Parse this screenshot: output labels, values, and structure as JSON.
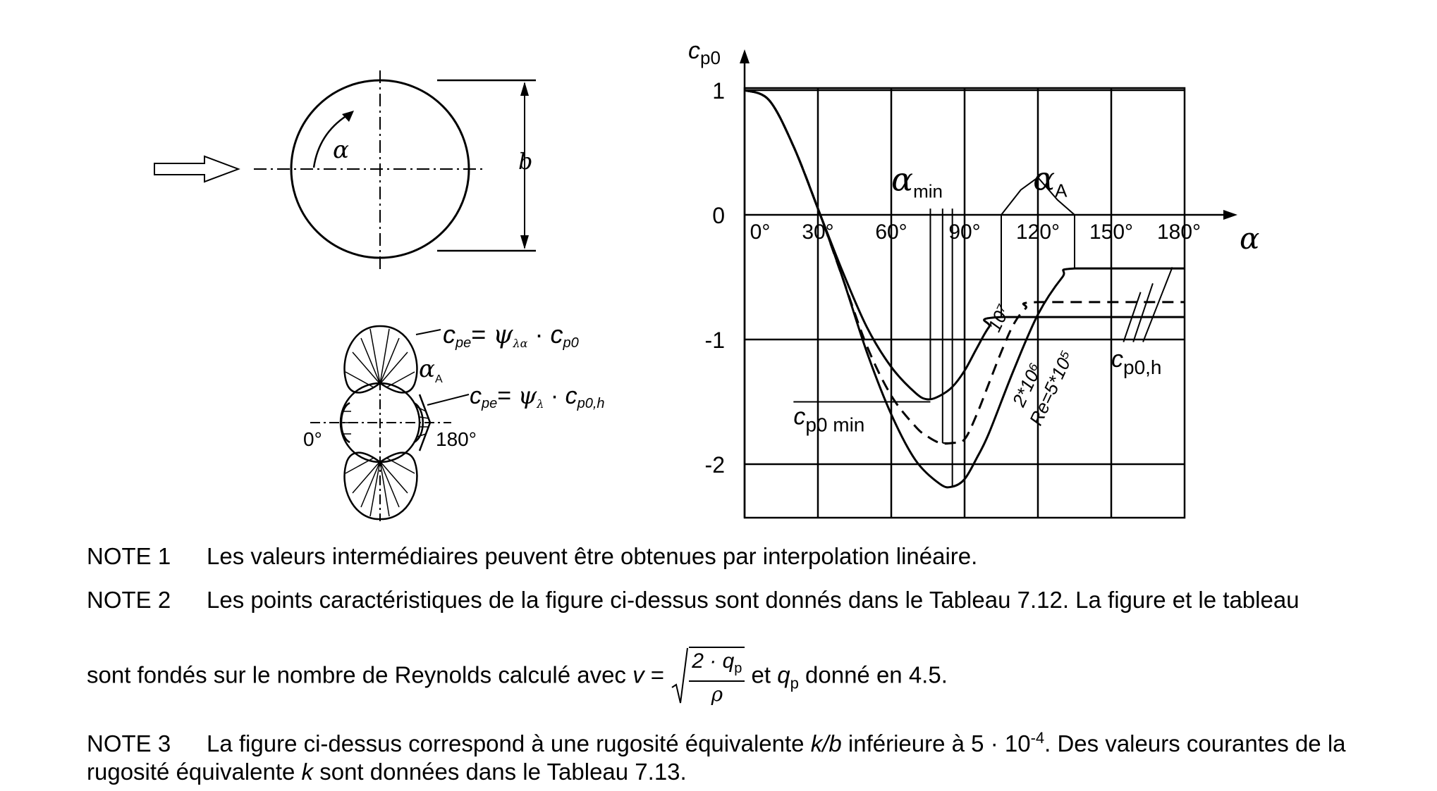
{
  "chart_data": {
    "type": "line",
    "y_axis_title": "c",
    "y_axis_title_sub": "p0",
    "x_axis_title": "α",
    "y_ticks": [
      "1",
      "0",
      "-1",
      "-2"
    ],
    "x_ticks": [
      "0°",
      "30°",
      "60°",
      "90°",
      "120°",
      "150°",
      "180°"
    ],
    "xlim": [
      0,
      180
    ],
    "ylim": [
      -2.4,
      1
    ],
    "grid": true,
    "series": [
      {
        "name": "10⁷",
        "x": [
          0,
          10,
          20,
          30,
          40,
          50,
          60,
          70,
          75,
          80,
          85,
          90,
          95,
          100,
          105,
          180
        ],
        "y": [
          1,
          0.92,
          0.55,
          0.05,
          -0.45,
          -0.9,
          -1.22,
          -1.43,
          -1.48,
          -1.45,
          -1.38,
          -1.25,
          -1.07,
          -0.9,
          -0.82,
          -0.82
        ]
      },
      {
        "name": "2*10⁶",
        "x": [
          0,
          10,
          20,
          30,
          40,
          50,
          60,
          70,
          75,
          80,
          85,
          90,
          95,
          100,
          105,
          110,
          115,
          120,
          180
        ],
        "y": [
          1,
          0.92,
          0.55,
          0.05,
          -0.5,
          -1.05,
          -1.45,
          -1.7,
          -1.78,
          -1.83,
          -1.83,
          -1.8,
          -1.6,
          -1.35,
          -1.1,
          -0.88,
          -0.75,
          -0.7,
          -0.7
        ]
      },
      {
        "name": "Re=5*10⁵",
        "x": [
          0,
          10,
          20,
          30,
          40,
          50,
          60,
          70,
          80,
          85,
          90,
          95,
          100,
          110,
          120,
          130,
          135,
          180
        ],
        "y": [
          1,
          0.92,
          0.55,
          0.05,
          -0.5,
          -1.1,
          -1.6,
          -1.97,
          -2.16,
          -2.18,
          -2.12,
          -1.95,
          -1.75,
          -1.25,
          -0.8,
          -0.5,
          -0.43,
          -0.43
        ]
      }
    ],
    "annotations": {
      "alpha_min": "α",
      "alpha_min_sub": "min",
      "alpha_a": "α",
      "alpha_a_sub": "A",
      "cp0_min": "c",
      "cp0_min_sub": "p0 min",
      "cp0_h": "c",
      "cp0_h_sub": "p0,h"
    }
  },
  "left_figure": {
    "alpha_label": "α",
    "b_label": "b",
    "formula1": {
      "c": "c",
      "c_sub": "pe",
      "eq": "= ",
      "psi": "ψ",
      "psi_sub": "λα",
      "dot": " · ",
      "c2": "c",
      "c2_sub": "p0"
    },
    "formula2": {
      "c": "c",
      "c_sub": "pe",
      "eq": "= ",
      "psi": "ψ",
      "psi_sub": "λ",
      "dot": " · ",
      "c2": "c",
      "c2_sub": "p0,h"
    },
    "alpha_a": "α",
    "alpha_a_sub": "A",
    "zero_deg": "0°",
    "deg_180": "180°"
  },
  "notes": {
    "note1_label": "NOTE 1",
    "note1_text": "Les valeurs intermédiaires peuvent être obtenues par interpolation linéaire.",
    "note2_label": "NOTE 2",
    "note2_text_a": "Les points caractéristiques de la figure ci-dessus sont donnés dans le Tableau 7.12. La figure et le tableau",
    "note2_text_b1": "sont fondés sur le nombre de Reynolds calculé avec ",
    "note2_v": "v",
    "note2_eq": " = ",
    "note2_num": "2 · q",
    "note2_num_sub": "p",
    "note2_den": "ρ",
    "note2_text_b2": " et ",
    "note2_q": "q",
    "note2_q_sub": "p",
    "note2_text_b3": " donné en 4.5.",
    "note3_label": "NOTE 3",
    "note3_text_a": "La figure ci-dessus correspond à une rugosité équivalente ",
    "note3_kb": "k/b",
    "note3_text_b": " inférieure à 5 · 10",
    "note3_exp": "-4",
    "note3_text_c": ". Des valeurs courantes de la rugosité équivalente ",
    "note3_k": "k",
    "note3_text_d": " sont données dans le Tableau 7.13."
  }
}
